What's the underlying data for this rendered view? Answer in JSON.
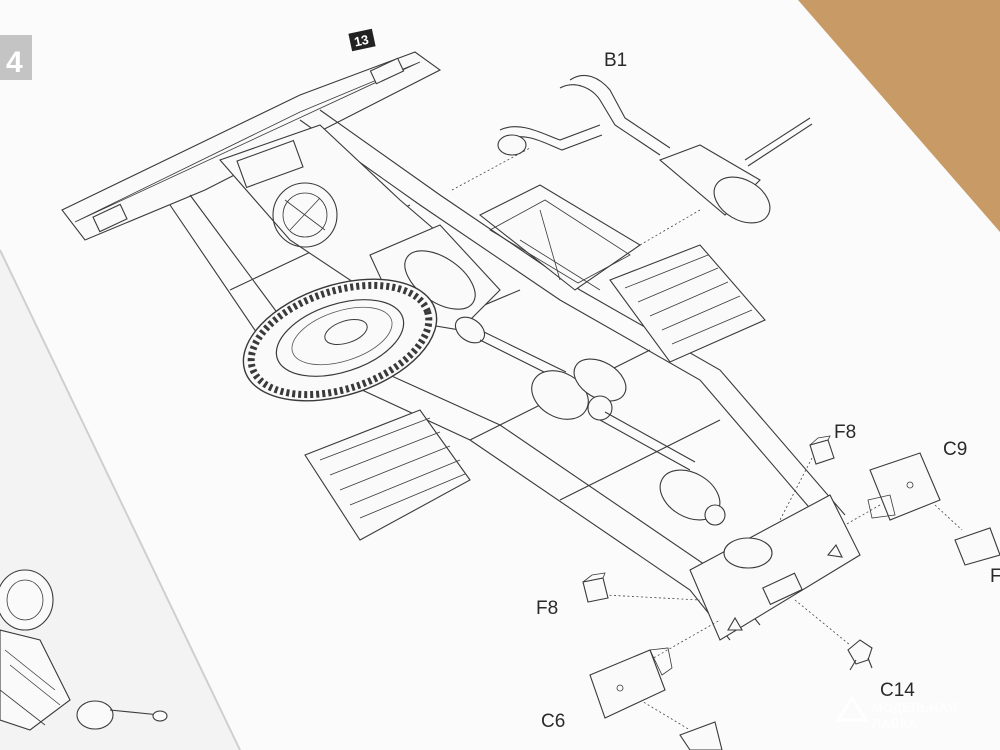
{
  "step": {
    "number": "13",
    "prev_number_fragment": "4"
  },
  "parts": {
    "b1": "B1",
    "f8_top": "F8",
    "c9": "C9",
    "f8_bottom": "F8",
    "c14": "C14",
    "c6": "C6",
    "edge_label": "F"
  },
  "watermark": {
    "line1": "МОДЕЛЬНАЯ",
    "line2": "ЛАВКА"
  },
  "colors": {
    "paper": "#fcfcfc",
    "line": "#3a3a3a",
    "cardboard": "#c89a66"
  }
}
